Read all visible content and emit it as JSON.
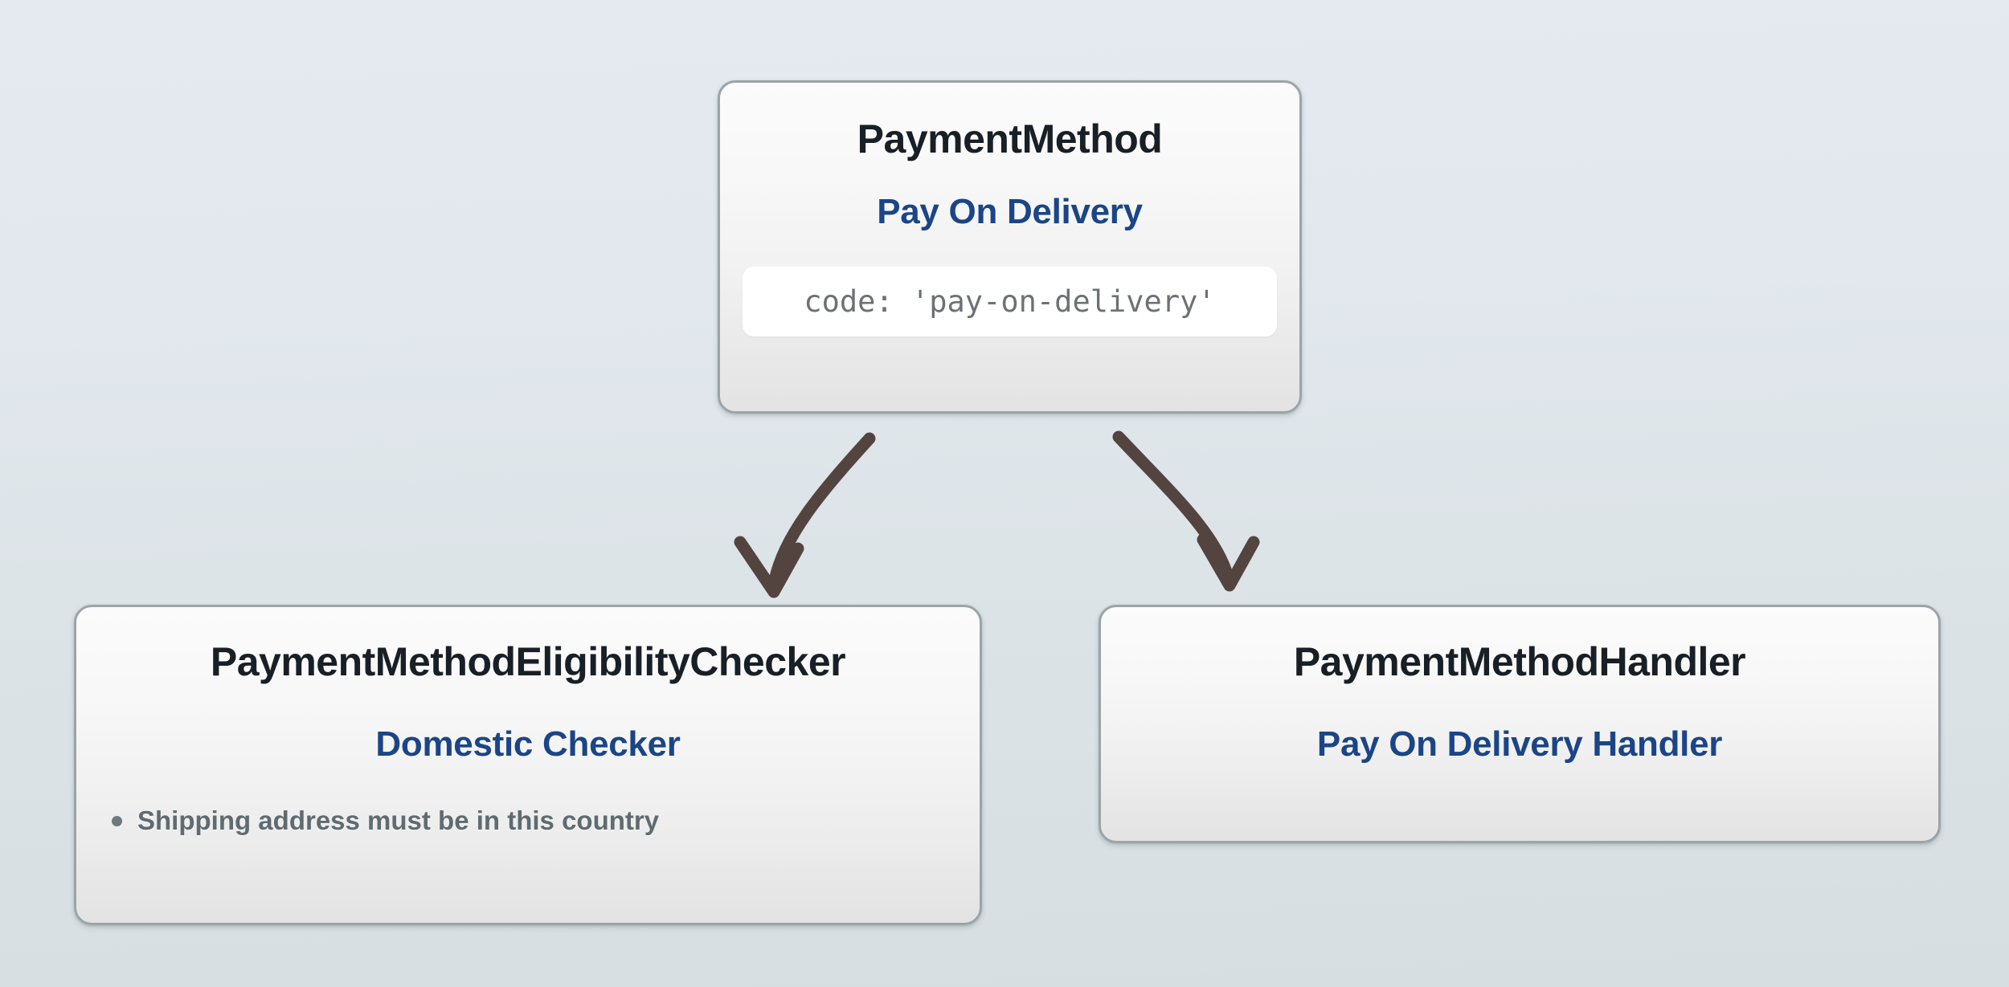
{
  "diagram": {
    "type": "flow-diagram",
    "background_color": "#e2e8ee",
    "accent_color": "#1b4586",
    "border_color": "#9ba4a9",
    "arrow_color": "#544440",
    "nodes": [
      {
        "id": "payment-method",
        "title": "PaymentMethod",
        "subtitle": "Pay On Delivery",
        "code": "code: 'pay-on-delivery'"
      },
      {
        "id": "eligibility-checker",
        "title": "PaymentMethodEligibilityChecker",
        "subtitle": "Domestic Checker",
        "rules": [
          "Shipping address must be in this country"
        ]
      },
      {
        "id": "payment-handler",
        "title": "PaymentMethodHandler",
        "subtitle": "Pay On Delivery Handler"
      }
    ],
    "edges": [
      {
        "id": "edge-left",
        "from": "payment-method",
        "to": "eligibility-checker"
      },
      {
        "id": "edge-right",
        "from": "payment-method",
        "to": "payment-handler"
      }
    ]
  }
}
